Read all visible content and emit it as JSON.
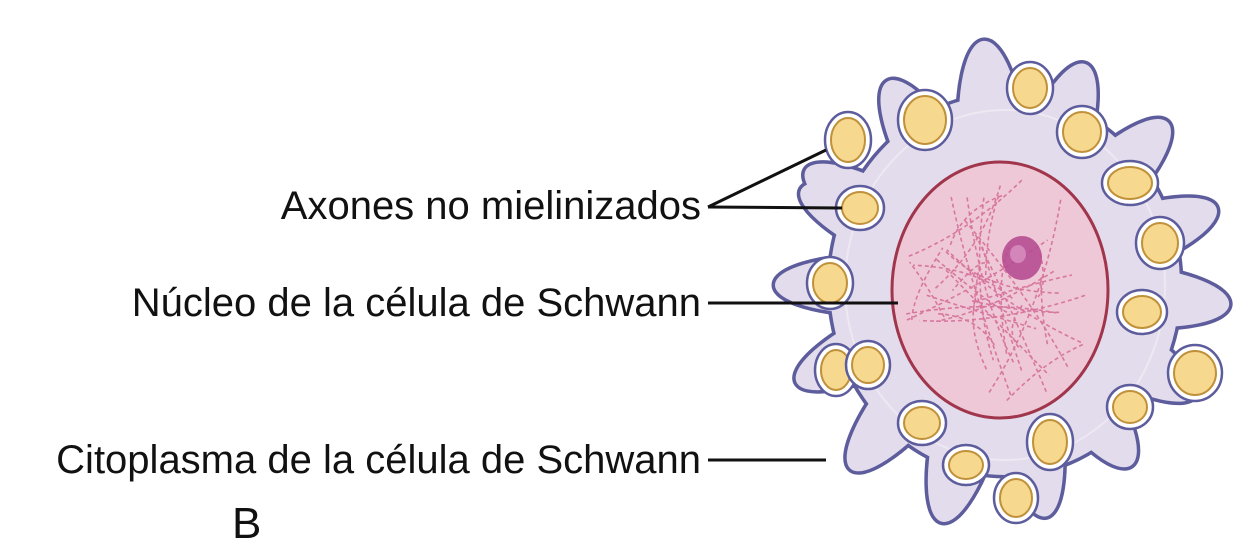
{
  "labels": {
    "axons": "Axones no mielinizados",
    "nucleus": "Núcleo de la célula de Schwann",
    "cytoplasm": "Citoplasma de la célula de Schwann",
    "panel": "B"
  },
  "colors": {
    "cytoplasm_fill": "#e3dcec",
    "cell_membrane": "#5d5c9c",
    "axon_fill": "#f6d98e",
    "axon_outline": "#c0903a",
    "nucleus_fill": "#eec8d6",
    "nucleus_outline": "#a0354c",
    "chromatin": "#d46a95",
    "nucleolus": "#b64d91",
    "leader_line": "#111111"
  }
}
